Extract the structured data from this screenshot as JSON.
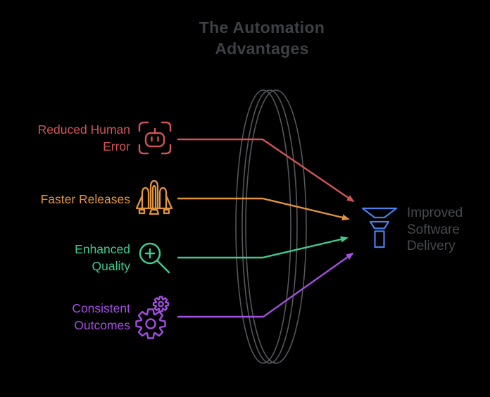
{
  "title": "The Automation\nAdvantages",
  "title_color": "#3d4044",
  "background_color": "#000000",
  "lens_color": "#55565a",
  "items": [
    {
      "label": "Reduced Human\nError",
      "color": "#d15457",
      "icon": "robot-scan-icon"
    },
    {
      "label": "Faster Releases",
      "color": "#e2943c",
      "icon": "rocket-icon"
    },
    {
      "label": "Enhanced\nQuality",
      "color": "#3fca8e",
      "icon": "magnifier-plus-icon"
    },
    {
      "label": "Consistent\nOutcomes",
      "color": "#a24fe0",
      "icon": "gears-icon"
    }
  ],
  "result": {
    "label": "Improved\nSoftware\nDelivery",
    "label_color": "#46494d",
    "icon": "funnel-icon",
    "icon_color": "#4a80e8"
  }
}
